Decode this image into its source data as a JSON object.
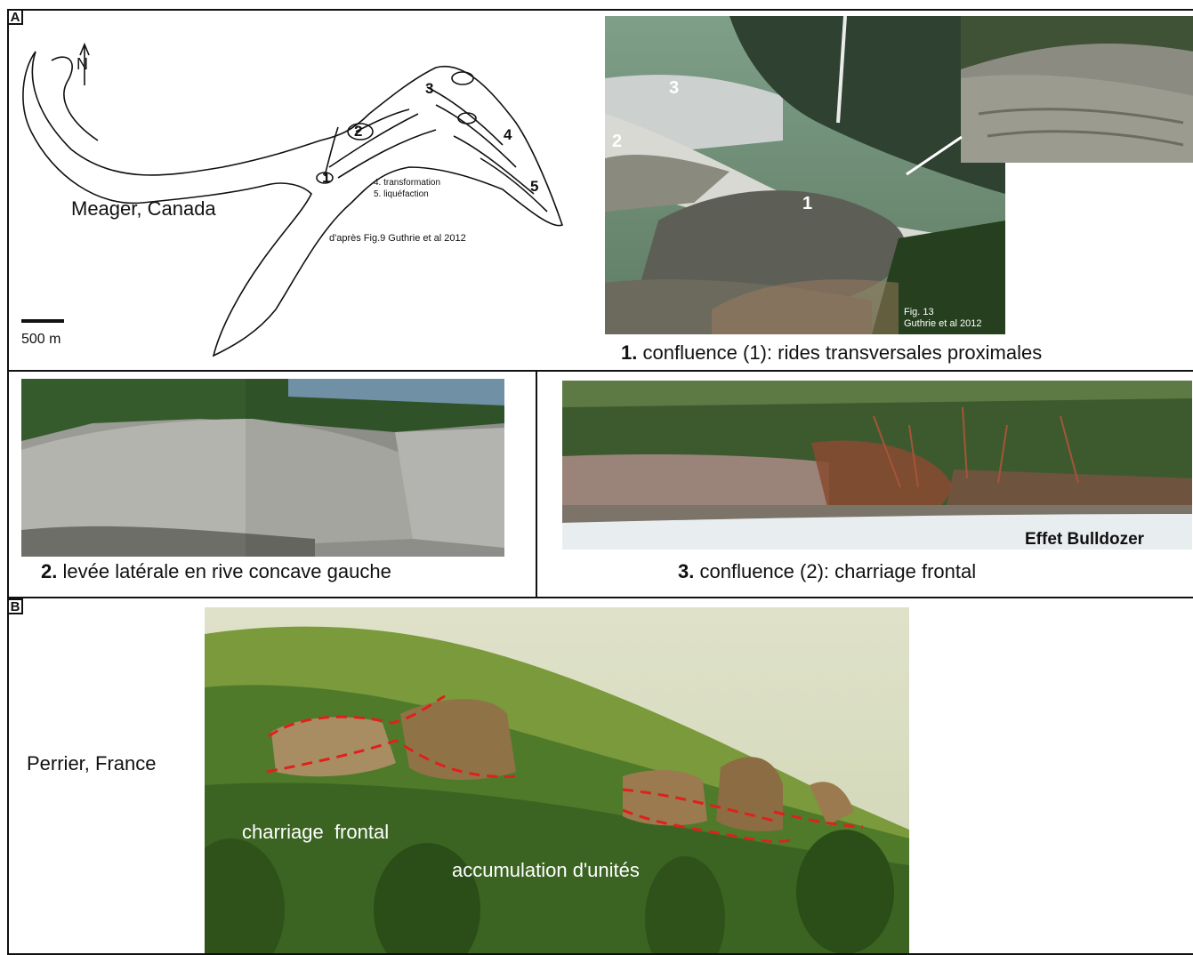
{
  "panel_a": {
    "letter": "A",
    "map": {
      "site_label": "Meager, Canada",
      "north_label": "N",
      "scale_label": "500 m",
      "points": [
        "1",
        "2",
        "3",
        "4",
        "5"
      ],
      "legend_lines": [
        "4. transformation",
        "5. liquéfaction"
      ],
      "source": "d'après Fig.9 Guthrie et al 2012"
    },
    "photo1": {
      "points": [
        "1",
        "2",
        "3"
      ],
      "source_lines": [
        "Fig. 13",
        "Guthrie et al 2012"
      ],
      "caption_num": "1.",
      "caption_text": "confluence (1): rides transversales proximales"
    },
    "photo2": {
      "caption_num": "2.",
      "caption_text": "levée latérale en rive concave gauche"
    },
    "photo3": {
      "overlay": "Effet Bulldozer",
      "caption_num": "3.",
      "caption_text": "confluence (2): charriage frontal"
    }
  },
  "panel_b": {
    "letter": "B",
    "site_label": "Perrier, France",
    "labels": [
      "charriage  frontal",
      "accumulation d'unités"
    ]
  },
  "colors": {
    "frame": "#111111",
    "dashed_line": "#e0201c",
    "vegetation": "#4f7a2a"
  }
}
